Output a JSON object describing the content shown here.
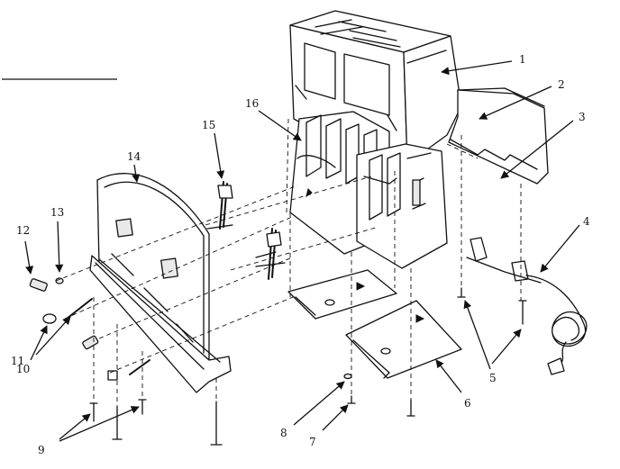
{
  "diagram": {
    "type": "exploded parts diagram",
    "callouts": [
      {
        "id": "c1",
        "label": "1"
      },
      {
        "id": "c2",
        "label": "2"
      },
      {
        "id": "c3",
        "label": "3"
      },
      {
        "id": "c4",
        "label": "4"
      },
      {
        "id": "c5",
        "label": "5"
      },
      {
        "id": "c6",
        "label": "6"
      },
      {
        "id": "c7",
        "label": "7"
      },
      {
        "id": "c8",
        "label": "8"
      },
      {
        "id": "c9",
        "label": "9"
      },
      {
        "id": "c10",
        "label": "10"
      },
      {
        "id": "c11",
        "label": "11"
      },
      {
        "id": "c12",
        "label": "12"
      },
      {
        "id": "c13",
        "label": "13"
      },
      {
        "id": "c14",
        "label": "14"
      },
      {
        "id": "c15",
        "label": "15"
      },
      {
        "id": "c16",
        "label": "16"
      }
    ]
  }
}
